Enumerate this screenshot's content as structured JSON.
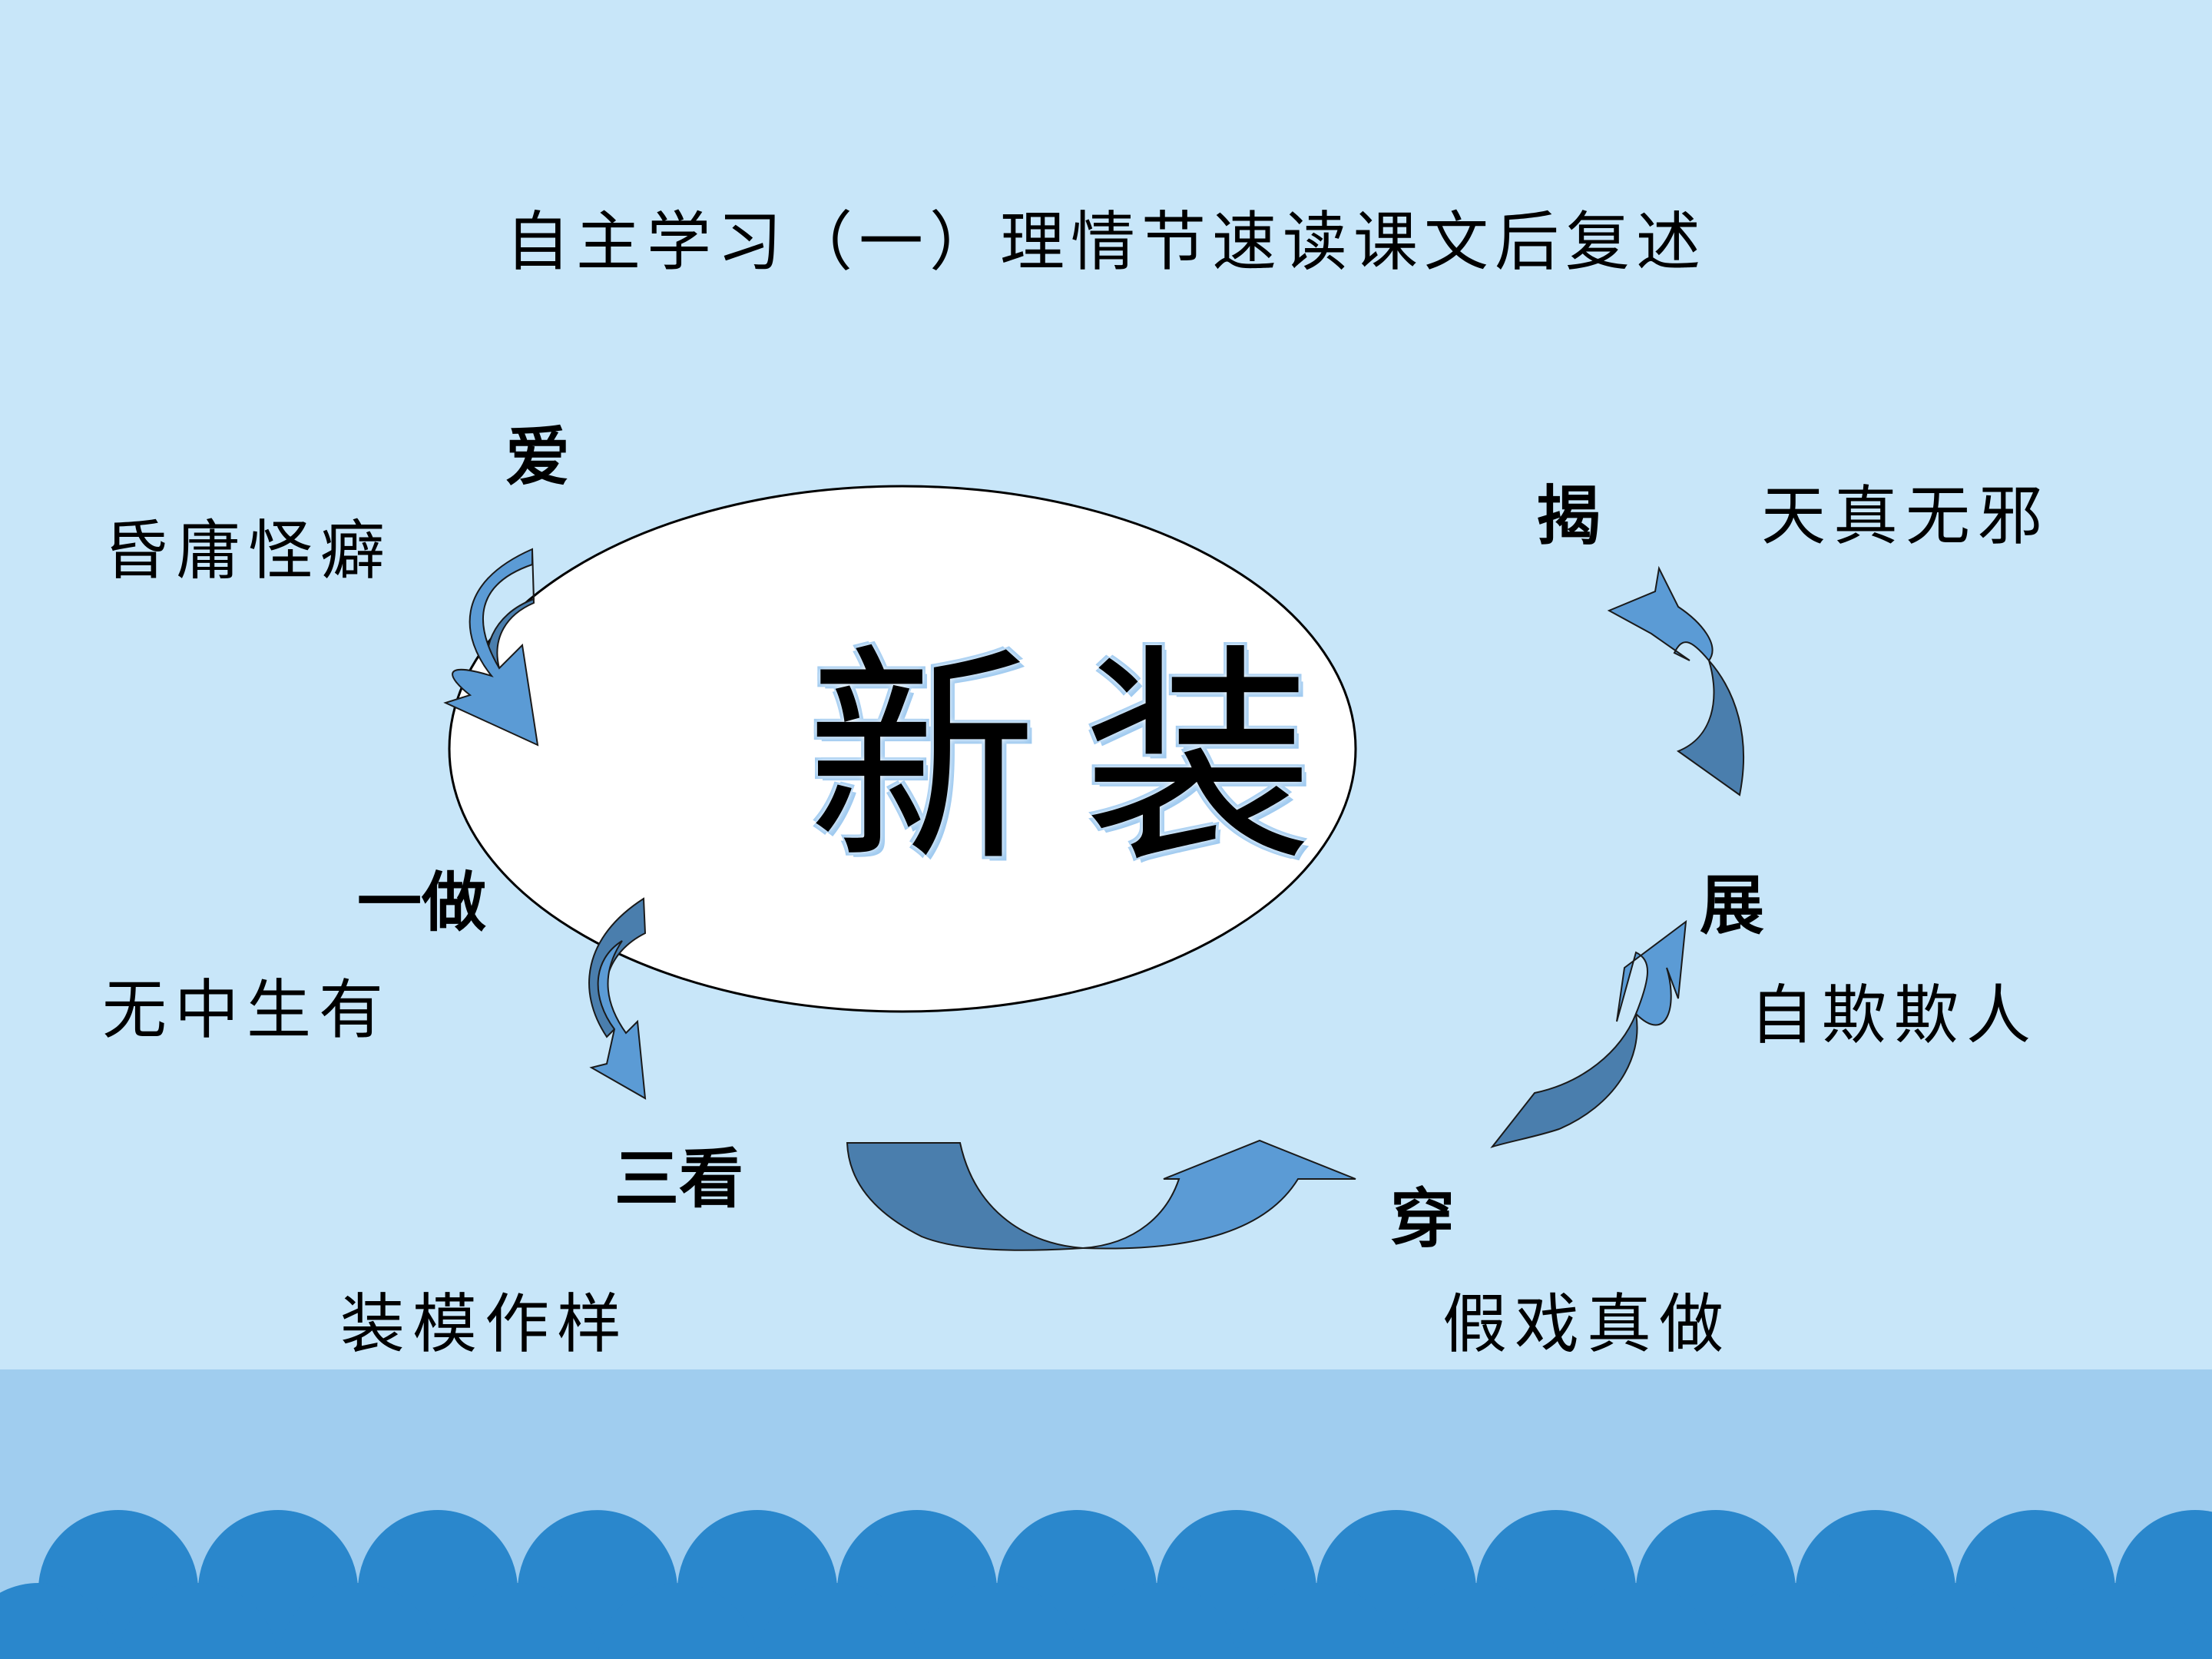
{
  "title": "自主学习（一）理情节速读课文后复述",
  "center": "新装",
  "steps": [
    {
      "label": "爱",
      "desc": "昏庸怪癖"
    },
    {
      "label": "一做",
      "desc": "无中生有"
    },
    {
      "label": "三看",
      "desc": "装模作样"
    },
    {
      "label": "穿",
      "desc": "假戏真做"
    },
    {
      "label": "展",
      "desc": "自欺欺人"
    },
    {
      "label": "揭",
      "desc": "天真无邪"
    }
  ],
  "colors": {
    "background": "#c8e6f9",
    "sea_band": "#a0cdef",
    "wave": "#2a87cc",
    "arrow_light": "#5b9bd5",
    "arrow_dark": "#4a7ead",
    "ellipse_fill": "#ffffff"
  }
}
